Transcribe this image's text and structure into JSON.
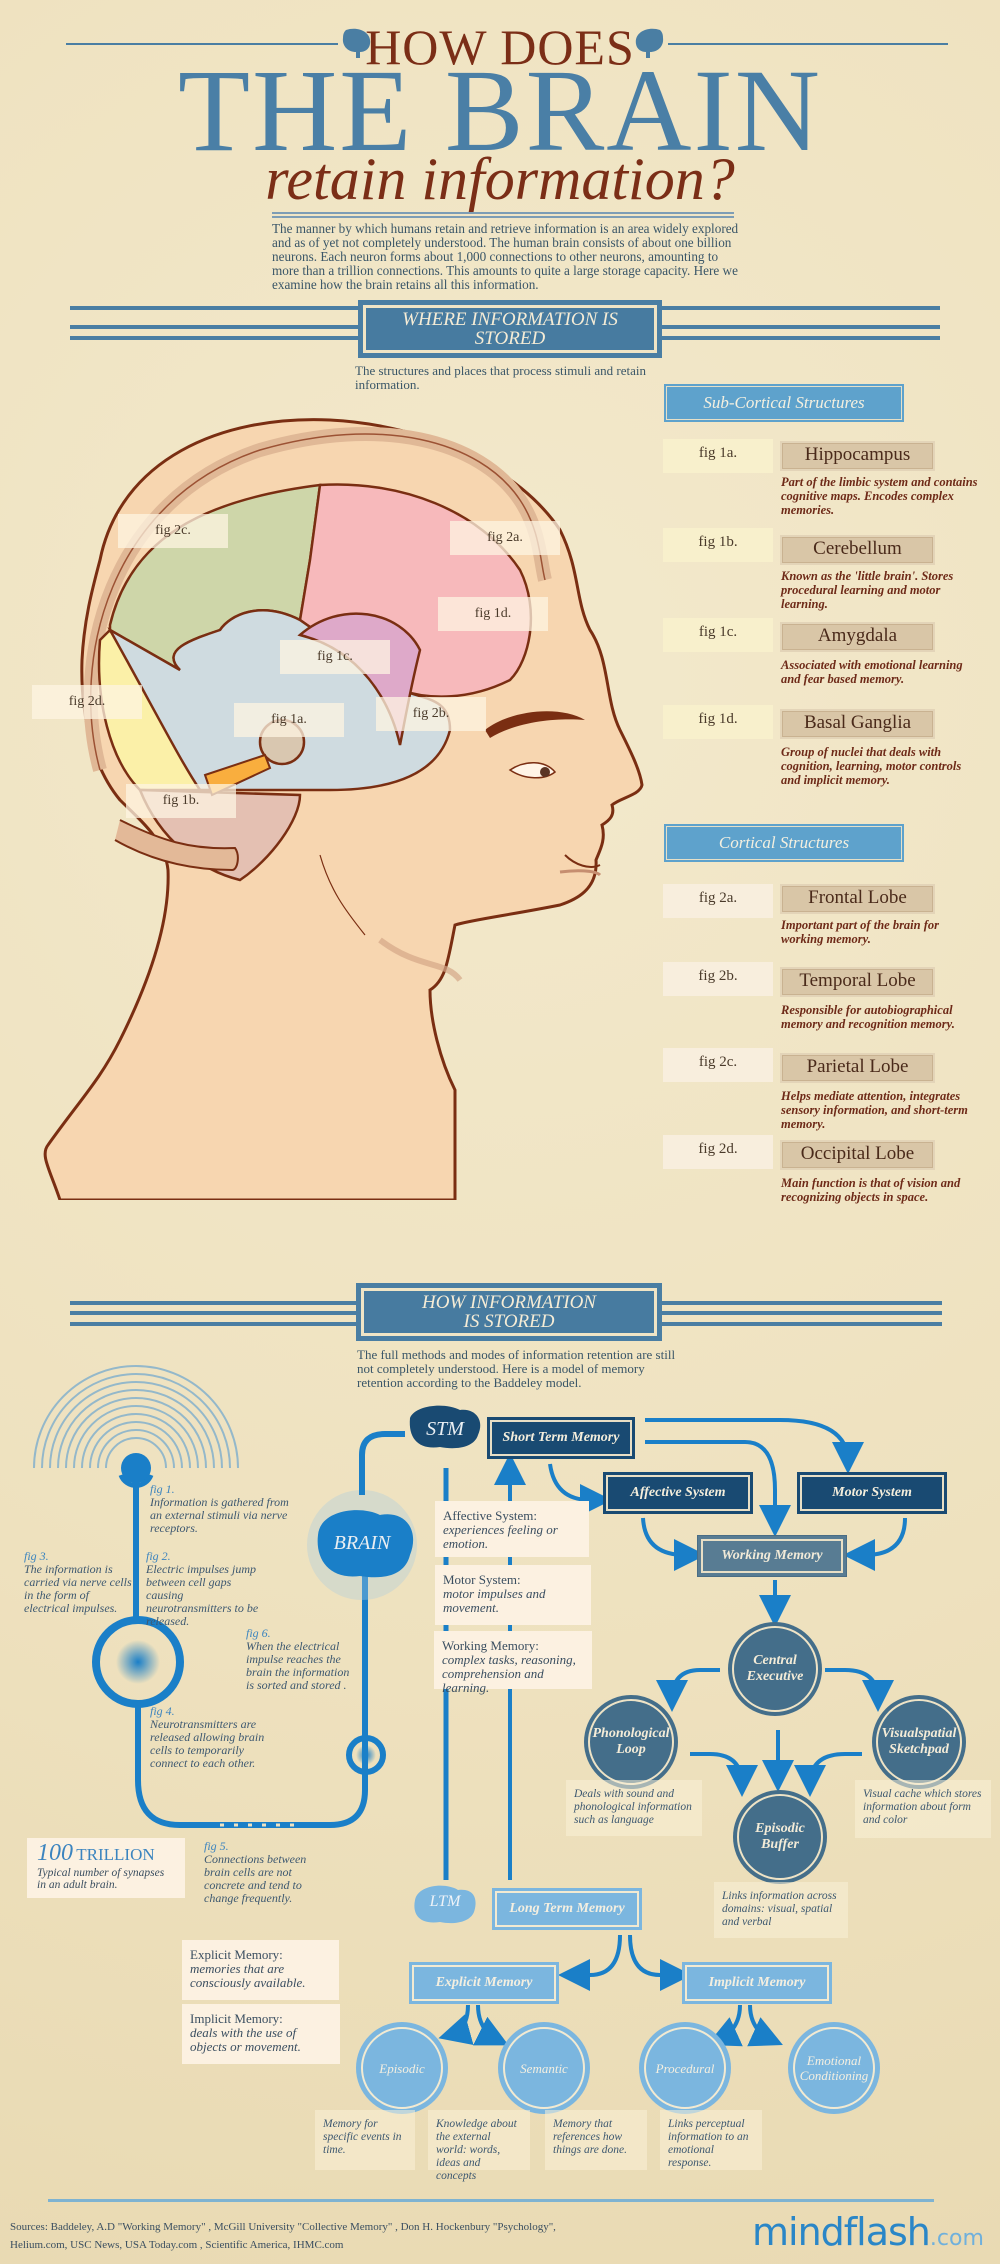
{
  "header": {
    "line1": "HOW DOES",
    "line2": "THE BRAIN",
    "line3": "retain information?",
    "intro": "The manner by which humans retain and retrieve information is an area widely explored and as of yet not completely understood. The human brain consists of about one billion neurons. Each neuron forms about 1,000 connections to other neurons, amounting to more than a trillion connections. This amounts to quite a large storage capacity. Here we examine how the brain retains all this information."
  },
  "colors": {
    "background": "#efe3c2",
    "title_blue": "#4a7fa6",
    "title_brown": "#7b2e17",
    "section_blue": "#477ba0",
    "dark_navy": "#194a72",
    "light_blue": "#7bb6df",
    "bright_blue": "#1a7fc8"
  },
  "where": {
    "title_line1": "WHERE INFORMATION IS",
    "title_line2": "STORED",
    "subtitle": "The structures and places that process stimuli and retain information.",
    "head_labels": {
      "fig2c": "fig 2c.",
      "fig2a": "fig 2a.",
      "fig1d": "fig 1d.",
      "fig1c": "fig 1c.",
      "fig2d": "fig 2d.",
      "fig1a": "fig 1a.",
      "fig2b": "fig 2b.",
      "fig1b": "fig 1b."
    },
    "subcortical": {
      "title": "Sub-Cortical Structures",
      "items": [
        {
          "fig": "fig 1a.",
          "name": "Hippocampus",
          "desc": "Part of the limbic system and contains cognitive maps. Encodes complex memories."
        },
        {
          "fig": "fig 1b.",
          "name": "Cerebellum",
          "desc": "Known as the 'little brain'. Stores procedural learning and motor learning."
        },
        {
          "fig": "fig 1c.",
          "name": "Amygdala",
          "desc": "Associated with emotional learning and fear based memory."
        },
        {
          "fig": "fig 1d.",
          "name": "Basal Ganglia",
          "desc": "Group of nuclei that deals with cognition, learning, motor controls and implicit memory."
        }
      ]
    },
    "cortical": {
      "title": "Cortical Structures",
      "items": [
        {
          "fig": "fig 2a.",
          "name": "Frontal Lobe",
          "desc": "Important part of the brain for working memory."
        },
        {
          "fig": "fig 2b.",
          "name": "Temporal Lobe",
          "desc": "Responsible for autobiographical memory and recognition memory."
        },
        {
          "fig": "fig 2c.",
          "name": "Parietal Lobe",
          "desc": "Helps mediate attention, integrates sensory information, and short-term memory."
        },
        {
          "fig": "fig 2d.",
          "name": "Occipital Lobe",
          "desc": "Main function is that of vision and recognizing objects in space."
        }
      ]
    }
  },
  "how": {
    "title_line1": "HOW INFORMATION",
    "title_line2": "IS STORED",
    "subtitle": "The full methods and modes of information retention are still not completely understood. Here is a model of memory retention according to the Baddeley model.",
    "neuron_notes": {
      "fig1": {
        "fig": "fig 1.",
        "text": "Information is gathered from an external stimuli via nerve receptors."
      },
      "fig2": {
        "fig": "fig 2.",
        "text": "Electric impulses jump between cell gaps causing neurotransmitters to be released."
      },
      "fig3": {
        "fig": "fig 3.",
        "text": "The information is carried via nerve cells in the form of electrical impulses."
      },
      "fig4": {
        "fig": "fig 4.",
        "text": "Neurotransmitters are released allowing brain cells to temporarily connect to each other."
      },
      "fig5": {
        "fig": "fig 5.",
        "text": "Connections between brain cells are not concrete and tend to change frequently."
      },
      "fig6": {
        "fig": "fig 6.",
        "text": "When the electrical impulse reaches the brain the information is sorted and stored ."
      }
    },
    "stat": {
      "number": "100",
      "unit": "TRILLION",
      "text": "Typical number of synapses in an adult brain."
    },
    "brain_label": "BRAIN",
    "stm_label": "STM",
    "ltm_label": "LTM",
    "boxes": {
      "short_term": "Short Term Memory",
      "affective": "Affective System",
      "motor": "Motor System",
      "working": "Working Memory",
      "long_term": "Long Term Memory",
      "explicit": "Explicit Memory",
      "implicit": "Implicit Memory"
    },
    "definitions": [
      {
        "label": "Affective System:",
        "desc": "experiences feeling or emotion."
      },
      {
        "label": "Motor System:",
        "desc": "motor impulses and movement."
      },
      {
        "label": "Working Memory:",
        "desc": "complex tasks, reasoning, comprehension and learning."
      }
    ],
    "memory_definitions": [
      {
        "label": "Explicit Memory:",
        "desc": "memories that are consciously available."
      },
      {
        "label": "Implicit Memory:",
        "desc": "deals with the use of objects or movement."
      }
    ],
    "working_components": [
      {
        "name_line1": "Central",
        "name_line2": "Executive",
        "caption": ""
      },
      {
        "name_line1": "Phonological",
        "name_line2": "Loop",
        "caption": "Deals with sound and phonological information such as language"
      },
      {
        "name_line1": "Visualspatial",
        "name_line2": "Sketchpad",
        "caption": "Visual cache which stores information about form and color"
      },
      {
        "name_line1": "Episodic",
        "name_line2": "Buffer",
        "caption": "Links information across domains: visual, spatial and verbal"
      }
    ],
    "ltm_types": [
      {
        "name_line1": "Episodic",
        "name_line2": "",
        "caption": "Memory for specific events in time."
      },
      {
        "name_line1": "Semantic",
        "name_line2": "",
        "caption": "Knowledge about the external world: words, ideas and concepts"
      },
      {
        "name_line1": "Procedural",
        "name_line2": "",
        "caption": "Memory that references how things are done."
      },
      {
        "name_line1": "Emotional",
        "name_line2": "Conditioning",
        "caption": "Links perceptual information to an emotional response."
      }
    ]
  },
  "footer": {
    "sources_line1": "Sources: Baddeley, A.D \"Working Memory\" ,  McGill University \"Collective Memory\" ,  Don H. Hockenbury  \"Psychology\",",
    "sources_line2": "Helium.com, USC News, USA Today.com , Scientific America, IHMC.com",
    "logo_main": "mindflash",
    "logo_suffix": ".com"
  }
}
